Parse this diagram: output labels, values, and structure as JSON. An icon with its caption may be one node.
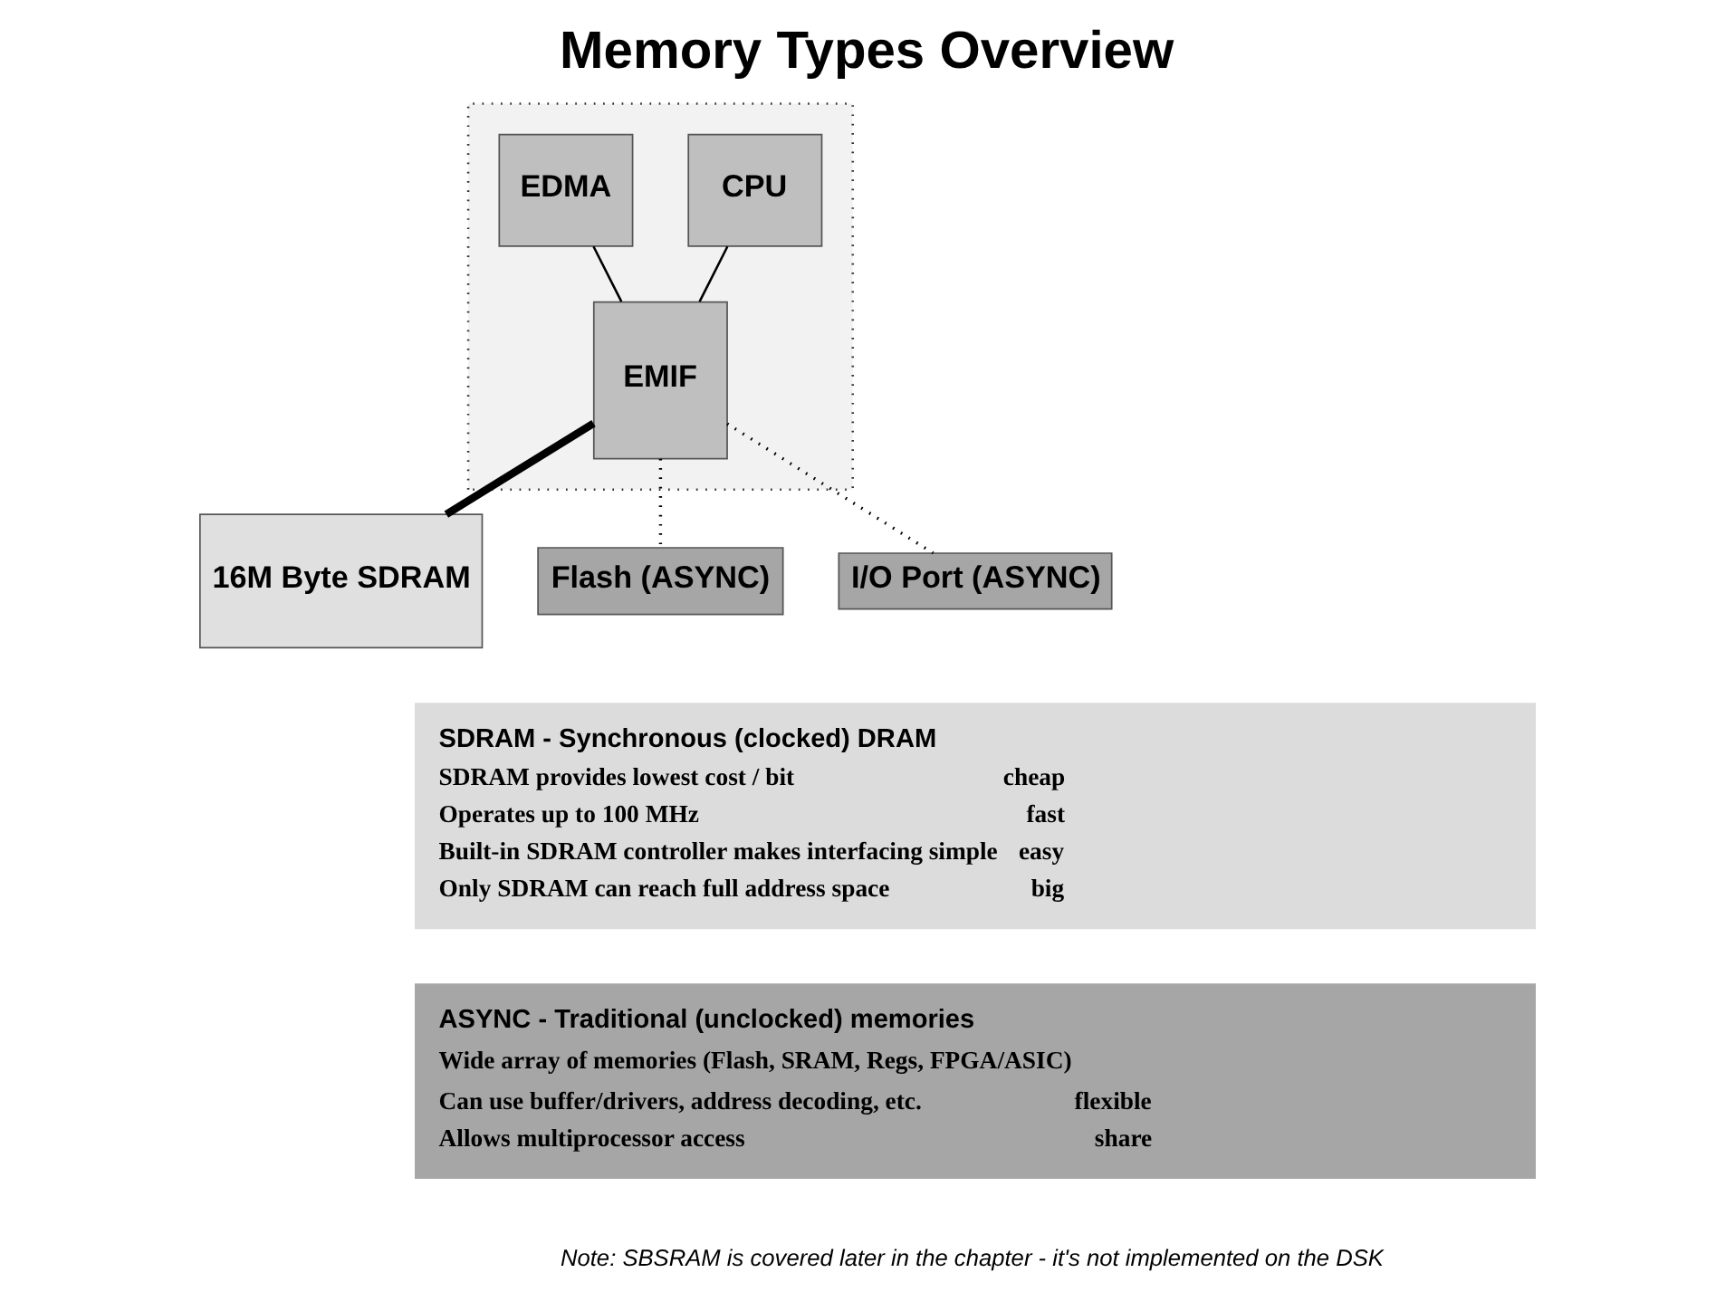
{
  "diagram": {
    "title": "Memory Types Overview",
    "caption": "Note: SBSRAM is covered later in the chapter - it's not implemented on the DSK",
    "nodes": [
      {
        "text": [],
        "shape": "box"
      },
      {
        "text": [
          "CPU"
        ],
        "in": 0
      },
      {
        "text": [
          "EDMA"
        ],
        "in": 0
      },
      {
        "text": [
          "EMIF"
        ],
        "in": 0
      },
      {
        "text": [
          "16M Byte SDRAM"
        ]
      },
      {
        "text": [
          "Flash (ASYNC)"
        ]
      },
      {
        "text": [
          "I/O Port (ASYNC)"
        ]
      },
      {
        "text": [
          "SDRAM - Synchronous (clocked) DRAM",
          "SDRAM provides lowest cost / bit",
          "cheap",
          "Operates up to 100 MHz",
          "fast",
          "Built-in SDRAM controller makes interfacing simple",
          "easy",
          "Only SDRAM can reach full address space",
          "big"
        ]
      },
      {
        "text": [
          "ASYNC - Traditional (unclocked) memories",
          "Wide array of memories (Flash, SRAM, Regs, FPGA/ASIC)",
          "Can use buffer/drivers, address decoding, etc.",
          "flexible",
          "Allows multiprocessor access",
          "share"
        ]
      }
    ],
    "edges": [
      {
        "from": 1,
        "to": 3,
        "arrow": "none"
      },
      {
        "from": 2,
        "to": 3,
        "arrow": "none"
      },
      {
        "from": 3,
        "to": 4,
        "arrow": "none",
        "style": "thick"
      },
      {
        "from": 3,
        "to": 5,
        "arrow": "none",
        "style": "dashed"
      },
      {
        "from": 3,
        "to": 6,
        "arrow": "none",
        "style": "dashed"
      }
    ]
  }
}
